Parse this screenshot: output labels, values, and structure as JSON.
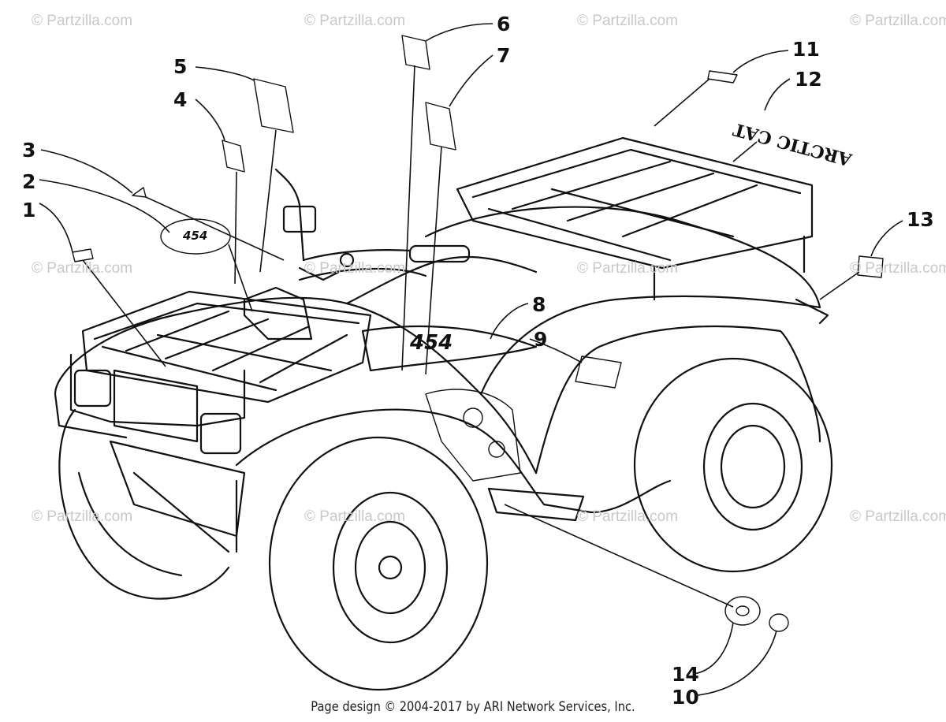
{
  "watermark_text": "© Partzilla.com",
  "callouts": {
    "c1": "1",
    "c2": "2",
    "c3": "3",
    "c4": "4",
    "c5": "5",
    "c6": "6",
    "c7": "7",
    "c8": "8",
    "c9": "9",
    "c10": "10",
    "c11": "11",
    "c12": "12",
    "c13": "13",
    "c14": "14"
  },
  "decals": {
    "model_number": "454",
    "brand": "ARCTIC CAT"
  },
  "footer": "Page design © 2004-2017 by ARI Network Services, Inc.",
  "colors": {
    "line": "#111111",
    "watermark": "#c8c8c8",
    "background": "#ffffff"
  }
}
